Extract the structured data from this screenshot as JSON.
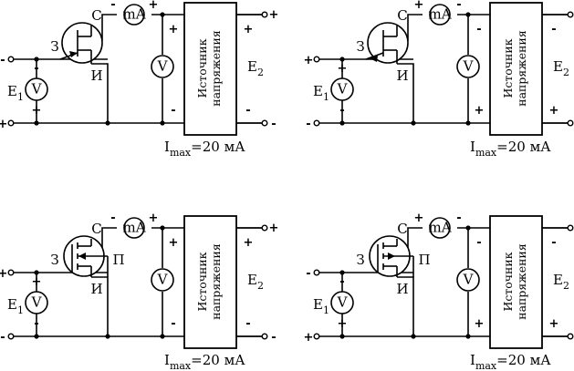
{
  "circuits": [
    {
      "transistor": "jfet-n",
      "pin_gate": "З",
      "pin_drain": "С",
      "pin_source": "И",
      "pin_extra": "",
      "meter_current": "mA",
      "meter_voltage": "V",
      "source_label": "E",
      "source_label_sub": "1",
      "output_label": "E",
      "output_label_sub": "2",
      "box_line1": "Источник",
      "box_line2": "напряжения",
      "imax_prefix": "I",
      "imax_sub": "max",
      "imax_value": "=20 мА",
      "left_top_sign": "-",
      "left_bottom_sign": "+",
      "v1_top_sign": "-",
      "v1_bottom_sign": "+",
      "ma_left_sign": "-",
      "ma_right_sign": "+",
      "v2_top_sign": "+",
      "v2_bottom_sign": "-",
      "box_top_sign": "+",
      "box_bottom_sign": "-",
      "out_top_sign": "+",
      "out_bottom_sign": "-"
    },
    {
      "transistor": "jfet-p",
      "pin_gate": "З",
      "pin_drain": "С",
      "pin_source": "И",
      "pin_extra": "",
      "meter_current": "mA",
      "meter_voltage": "V",
      "source_label": "E",
      "source_label_sub": "1",
      "output_label": "E",
      "output_label_sub": "2",
      "box_line1": "Источник",
      "box_line2": "напряжения",
      "imax_prefix": "I",
      "imax_sub": "max",
      "imax_value": "=20 мА",
      "left_top_sign": "+",
      "left_bottom_sign": "-",
      "v1_top_sign": "+",
      "v1_bottom_sign": "-",
      "ma_left_sign": "+",
      "ma_right_sign": "-",
      "v2_top_sign": "-",
      "v2_bottom_sign": "+",
      "box_top_sign": "-",
      "box_bottom_sign": "+",
      "out_top_sign": "-",
      "out_bottom_sign": "+"
    },
    {
      "transistor": "mosfet-n",
      "pin_gate": "З",
      "pin_drain": "С",
      "pin_source": "И",
      "pin_extra": "П",
      "meter_current": "mA",
      "meter_voltage": "V",
      "source_label": "E",
      "source_label_sub": "1",
      "output_label": "E",
      "output_label_sub": "2",
      "box_line1": "Источник",
      "box_line2": "напряжения",
      "imax_prefix": "I",
      "imax_sub": "max",
      "imax_value": "=20 мА",
      "left_top_sign": "+",
      "left_bottom_sign": "-",
      "v1_top_sign": "+",
      "v1_bottom_sign": "-",
      "ma_left_sign": "-",
      "ma_right_sign": "+",
      "v2_top_sign": "+",
      "v2_bottom_sign": "-",
      "box_top_sign": "+",
      "box_bottom_sign": "-",
      "out_top_sign": "+",
      "out_bottom_sign": "-"
    },
    {
      "transistor": "mosfet-p",
      "pin_gate": "З",
      "pin_drain": "С",
      "pin_source": "И",
      "pin_extra": "П",
      "meter_current": "mA",
      "meter_voltage": "V",
      "source_label": "E",
      "source_label_sub": "1",
      "output_label": "E",
      "output_label_sub": "2",
      "box_line1": "Источник",
      "box_line2": "напряжения",
      "imax_prefix": "I",
      "imax_sub": "max",
      "imax_value": "=20 мА",
      "left_top_sign": "-",
      "left_bottom_sign": "+",
      "v1_top_sign": "-",
      "v1_bottom_sign": "+",
      "ma_left_sign": "+",
      "ma_right_sign": "-",
      "v2_top_sign": "-",
      "v2_bottom_sign": "+",
      "box_top_sign": "-",
      "box_bottom_sign": "+",
      "out_top_sign": "-",
      "out_bottom_sign": "+"
    }
  ]
}
